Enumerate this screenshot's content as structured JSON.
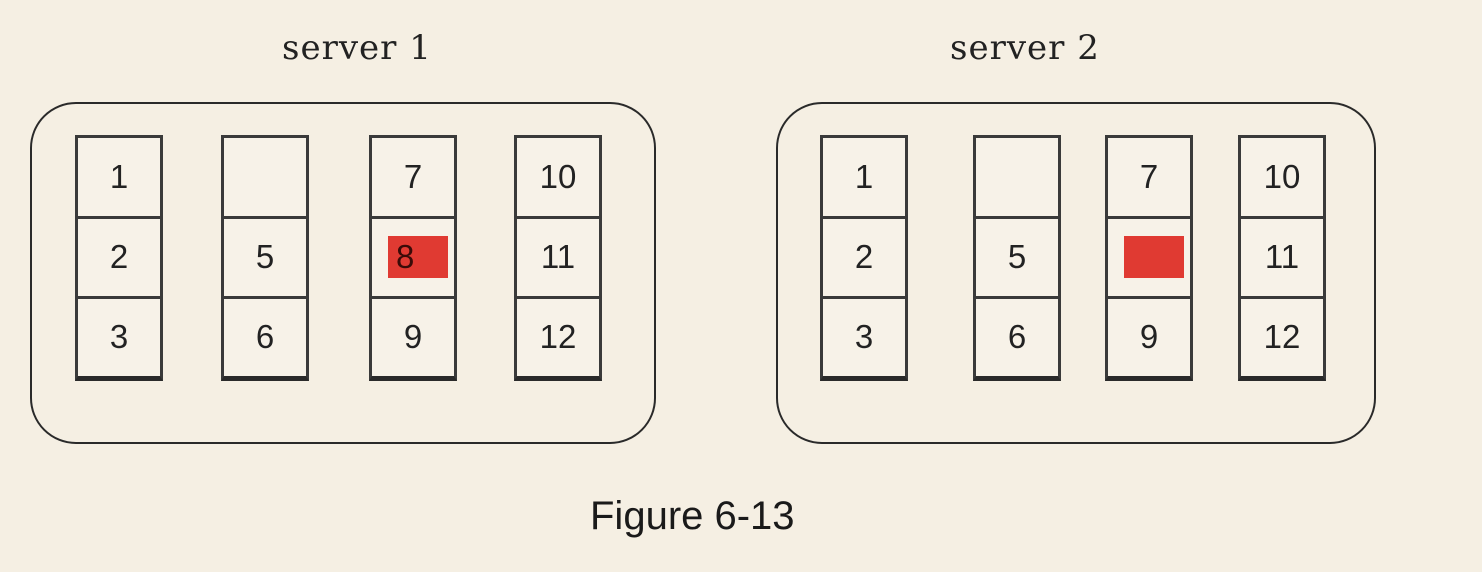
{
  "servers": [
    {
      "title": "server 1",
      "columns": [
        [
          "1",
          "2",
          "3"
        ],
        [
          "",
          "5",
          "6"
        ],
        [
          "7",
          "8",
          "9"
        ],
        [
          "10",
          "11",
          "12"
        ]
      ],
      "highlight": {
        "column": 2,
        "row": 1,
        "label": "8"
      }
    },
    {
      "title": "server 2",
      "columns": [
        [
          "1",
          "2",
          "3"
        ],
        [
          "",
          "5",
          "6"
        ],
        [
          "7",
          "",
          "9"
        ],
        [
          "10",
          "11",
          "12"
        ]
      ],
      "highlight": {
        "column": 2,
        "row": 1,
        "label": ""
      }
    }
  ],
  "caption": "Figure 6-13",
  "colors": {
    "highlight": "#e03a32",
    "background": "#f5efe3"
  }
}
